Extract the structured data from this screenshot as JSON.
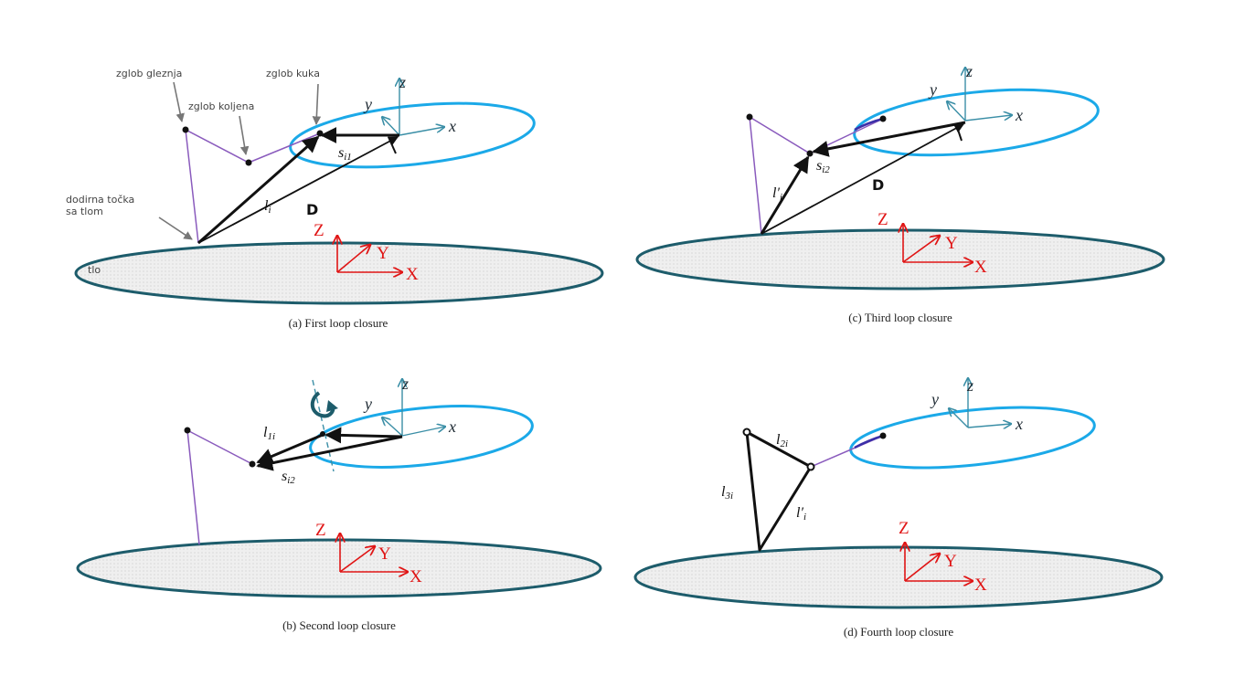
{
  "colors": {
    "ground_fill": "#ececec",
    "ground_stroke": "#1d5c6b",
    "hip_circle": "#1ba9e8",
    "leg": "#8a5bbd",
    "vector": "#111111",
    "frame_red": "#e01515",
    "frame_teal": "#3a8ea6"
  },
  "frames": {
    "ground": {
      "x": "X",
      "y": "Y",
      "z": "Z"
    },
    "body": {
      "x": "x",
      "y": "y",
      "z": "z"
    }
  },
  "panel_a": {
    "caption": "(a) First loop closure",
    "labels": {
      "ankle": "zglob gleznja",
      "knee": "zglob koljena",
      "hip": "zglob kuka",
      "contact": "dodirna točka\nsa tlom",
      "ground": "tlo"
    },
    "vectors": {
      "l": "l",
      "l_sub": "i",
      "s": "s",
      "s_sub": "i1",
      "D": "D"
    }
  },
  "panel_b": {
    "caption": "(b) Second loop closure",
    "vectors": {
      "l": "l",
      "l_sub": "1i",
      "s": "s",
      "s_sub": "i2"
    }
  },
  "panel_c": {
    "caption": "(c) Third loop closure",
    "vectors": {
      "l": "l′",
      "l_sub": "i",
      "s": "s",
      "s_sub": "i2",
      "D": "D"
    }
  },
  "panel_d": {
    "caption": "(d) Fourth loop closure",
    "vectors": {
      "l2": "l",
      "l2_sub": "2i",
      "l3": "l",
      "l3_sub": "3i",
      "lp": "l′",
      "lp_sub": "i"
    }
  }
}
